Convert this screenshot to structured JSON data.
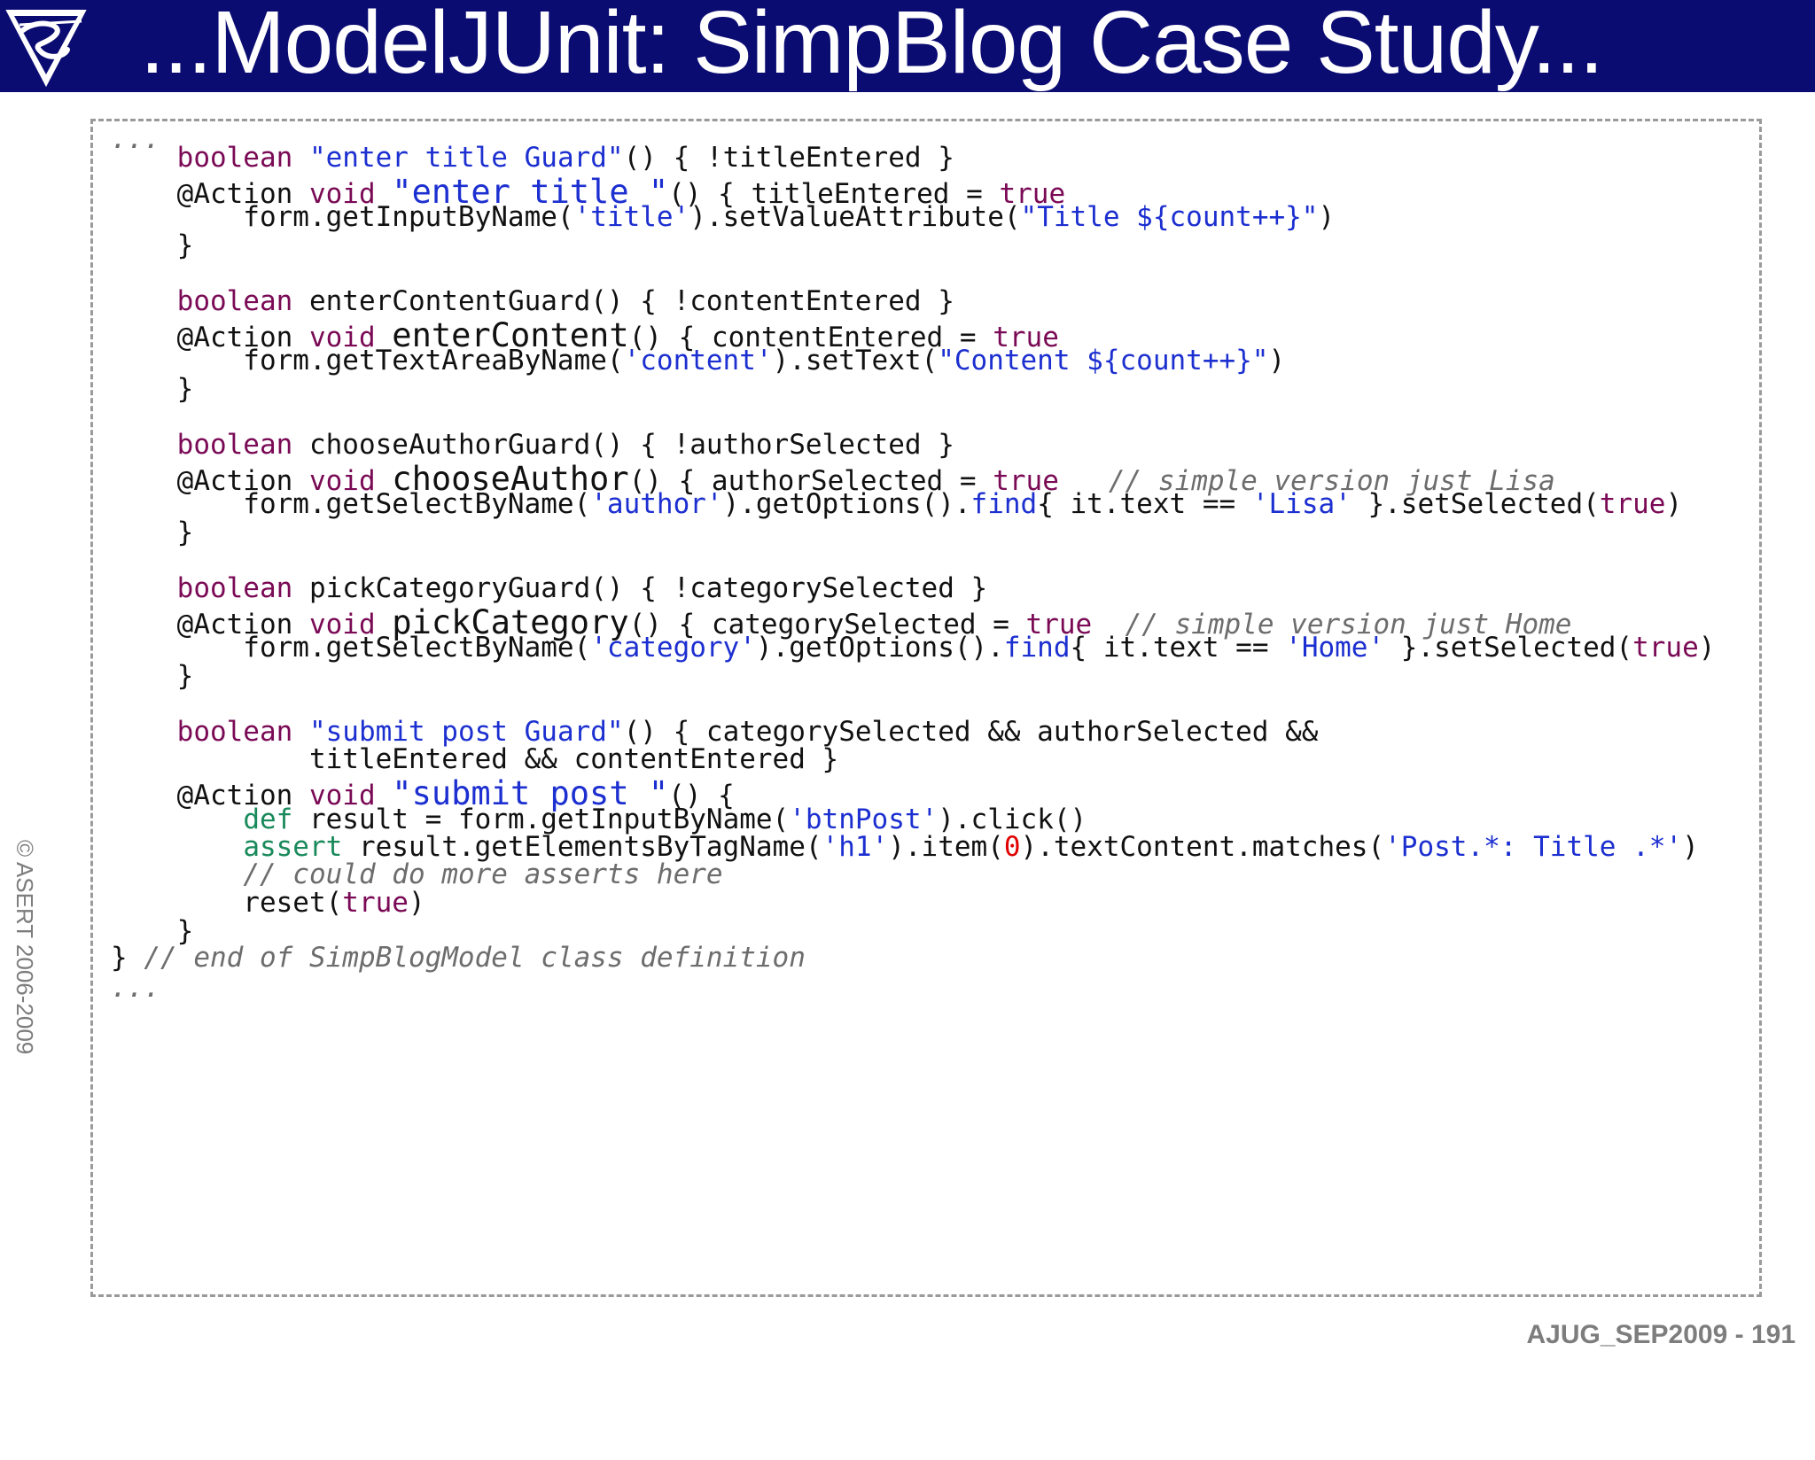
{
  "slide": {
    "title": "...ModelJUnit: SimpBlog Case Study...",
    "copyright": "© ASERT 2006-2009",
    "footer": "AJUG_SEP2009 - 191",
    "logo_icon": "asert-logo-icon"
  },
  "code_lines": [
    {
      "segments": [
        {
          "t": "...",
          "c": "cm"
        }
      ]
    },
    {
      "segments": [
        {
          "t": "    "
        },
        {
          "t": "boolean",
          "c": "kw"
        },
        {
          "t": " "
        },
        {
          "t": "\"enter title Guard\"",
          "c": "str"
        },
        {
          "t": "() { !titleEntered }"
        }
      ]
    },
    {
      "segments": [
        {
          "t": "    @Action "
        },
        {
          "t": "void",
          "c": "kw"
        },
        {
          "t": " "
        },
        {
          "t": "\"enter title \"",
          "c": "str big"
        },
        {
          "t": "() { titleEntered = "
        },
        {
          "t": "true",
          "c": "kw"
        }
      ]
    },
    {
      "segments": [
        {
          "t": "        form.getInputByName("
        },
        {
          "t": "'title'",
          "c": "str"
        },
        {
          "t": ").setValueAttribute("
        },
        {
          "t": "\"Title ${count++}\"",
          "c": "str"
        },
        {
          "t": ")"
        }
      ]
    },
    {
      "segments": [
        {
          "t": "    }"
        }
      ]
    },
    {
      "segments": [
        {
          "t": "    "
        },
        {
          "t": "boolean",
          "c": "kw"
        },
        {
          "t": " enterContentGuard() { !contentEntered }"
        }
      ]
    },
    {
      "segments": [
        {
          "t": "    @Action "
        },
        {
          "t": "void",
          "c": "kw"
        },
        {
          "t": " "
        },
        {
          "t": "enterContent",
          "c": "big"
        },
        {
          "t": "() { contentEntered = "
        },
        {
          "t": "true",
          "c": "kw"
        }
      ]
    },
    {
      "segments": [
        {
          "t": "        form.getTextAreaByName("
        },
        {
          "t": "'content'",
          "c": "str"
        },
        {
          "t": ").setText("
        },
        {
          "t": "\"Content ${count++}\"",
          "c": "str"
        },
        {
          "t": ")"
        }
      ]
    },
    {
      "segments": [
        {
          "t": "    }"
        }
      ]
    },
    {
      "segments": [
        {
          "t": "    "
        },
        {
          "t": "boolean",
          "c": "kw"
        },
        {
          "t": " chooseAuthorGuard() { !authorSelected }"
        }
      ]
    },
    {
      "segments": [
        {
          "t": "    @Action "
        },
        {
          "t": "void",
          "c": "kw"
        },
        {
          "t": " "
        },
        {
          "t": "chooseAuthor",
          "c": "big"
        },
        {
          "t": "() { authorSelected = "
        },
        {
          "t": "true",
          "c": "kw"
        },
        {
          "t": "   "
        },
        {
          "t": "// simple version just Lisa",
          "c": "cm"
        }
      ]
    },
    {
      "segments": [
        {
          "t": "        form.getSelectByName("
        },
        {
          "t": "'author'",
          "c": "str"
        },
        {
          "t": ").getOptions()."
        },
        {
          "t": "find",
          "c": "blu"
        },
        {
          "t": "{ it.text == "
        },
        {
          "t": "'Lisa'",
          "c": "str"
        },
        {
          "t": " }.setSelected("
        },
        {
          "t": "true",
          "c": "kw"
        },
        {
          "t": ")"
        }
      ]
    },
    {
      "segments": [
        {
          "t": "    }"
        }
      ]
    },
    {
      "segments": [
        {
          "t": "    "
        },
        {
          "t": "boolean",
          "c": "kw"
        },
        {
          "t": " pickCategoryGuard() { !categorySelected }"
        }
      ]
    },
    {
      "segments": [
        {
          "t": "    @Action "
        },
        {
          "t": "void",
          "c": "kw"
        },
        {
          "t": " "
        },
        {
          "t": "pickCategory",
          "c": "big"
        },
        {
          "t": "() { categorySelected = "
        },
        {
          "t": "true",
          "c": "kw"
        },
        {
          "t": "  "
        },
        {
          "t": "// simple version just Home",
          "c": "cm"
        }
      ]
    },
    {
      "segments": [
        {
          "t": "        form.getSelectByName("
        },
        {
          "t": "'category'",
          "c": "str"
        },
        {
          "t": ").getOptions()."
        },
        {
          "t": "find",
          "c": "blu"
        },
        {
          "t": "{ it.text == "
        },
        {
          "t": "'Home'",
          "c": "str"
        },
        {
          "t": " }.setSelected("
        },
        {
          "t": "true",
          "c": "kw"
        },
        {
          "t": ")"
        }
      ]
    },
    {
      "segments": [
        {
          "t": "    }"
        }
      ]
    },
    {
      "segments": [
        {
          "t": "    "
        },
        {
          "t": "boolean",
          "c": "kw"
        },
        {
          "t": " "
        },
        {
          "t": "\"submit post Guard\"",
          "c": "str"
        },
        {
          "t": "() { categorySelected && authorSelected &&"
        }
      ]
    },
    {
      "segments": [
        {
          "t": "            titleEntered && contentEntered }"
        }
      ]
    },
    {
      "segments": [
        {
          "t": "    @Action "
        },
        {
          "t": "void",
          "c": "kw"
        },
        {
          "t": " "
        },
        {
          "t": "\"submit post \"",
          "c": "str big"
        },
        {
          "t": "() {"
        }
      ]
    },
    {
      "segments": [
        {
          "t": "        "
        },
        {
          "t": "def",
          "c": "grn"
        },
        {
          "t": " result = form.getInputByName("
        },
        {
          "t": "'btnPost'",
          "c": "str"
        },
        {
          "t": ").click()"
        }
      ]
    },
    {
      "segments": [
        {
          "t": "        "
        },
        {
          "t": "assert",
          "c": "grn"
        },
        {
          "t": " result.getElementsByTagName("
        },
        {
          "t": "'h1'",
          "c": "str"
        },
        {
          "t": ").item("
        },
        {
          "t": "0",
          "c": "red"
        },
        {
          "t": ").textContent.matches("
        },
        {
          "t": "'Post.*: Title .*'",
          "c": "str"
        },
        {
          "t": ")"
        }
      ]
    },
    {
      "segments": [
        {
          "t": "        "
        },
        {
          "t": "// could do more asserts here",
          "c": "cm"
        }
      ]
    },
    {
      "segments": [
        {
          "t": "        reset("
        },
        {
          "t": "true",
          "c": "kw"
        },
        {
          "t": ")"
        }
      ]
    },
    {
      "segments": [
        {
          "t": "    }"
        }
      ]
    },
    {
      "segments": [
        {
          "t": "} "
        },
        {
          "t": "// end of SimpBlogModel class definition",
          "c": "cm"
        }
      ]
    },
    {
      "segments": [
        {
          "t": "...",
          "c": "cm"
        }
      ]
    }
  ]
}
